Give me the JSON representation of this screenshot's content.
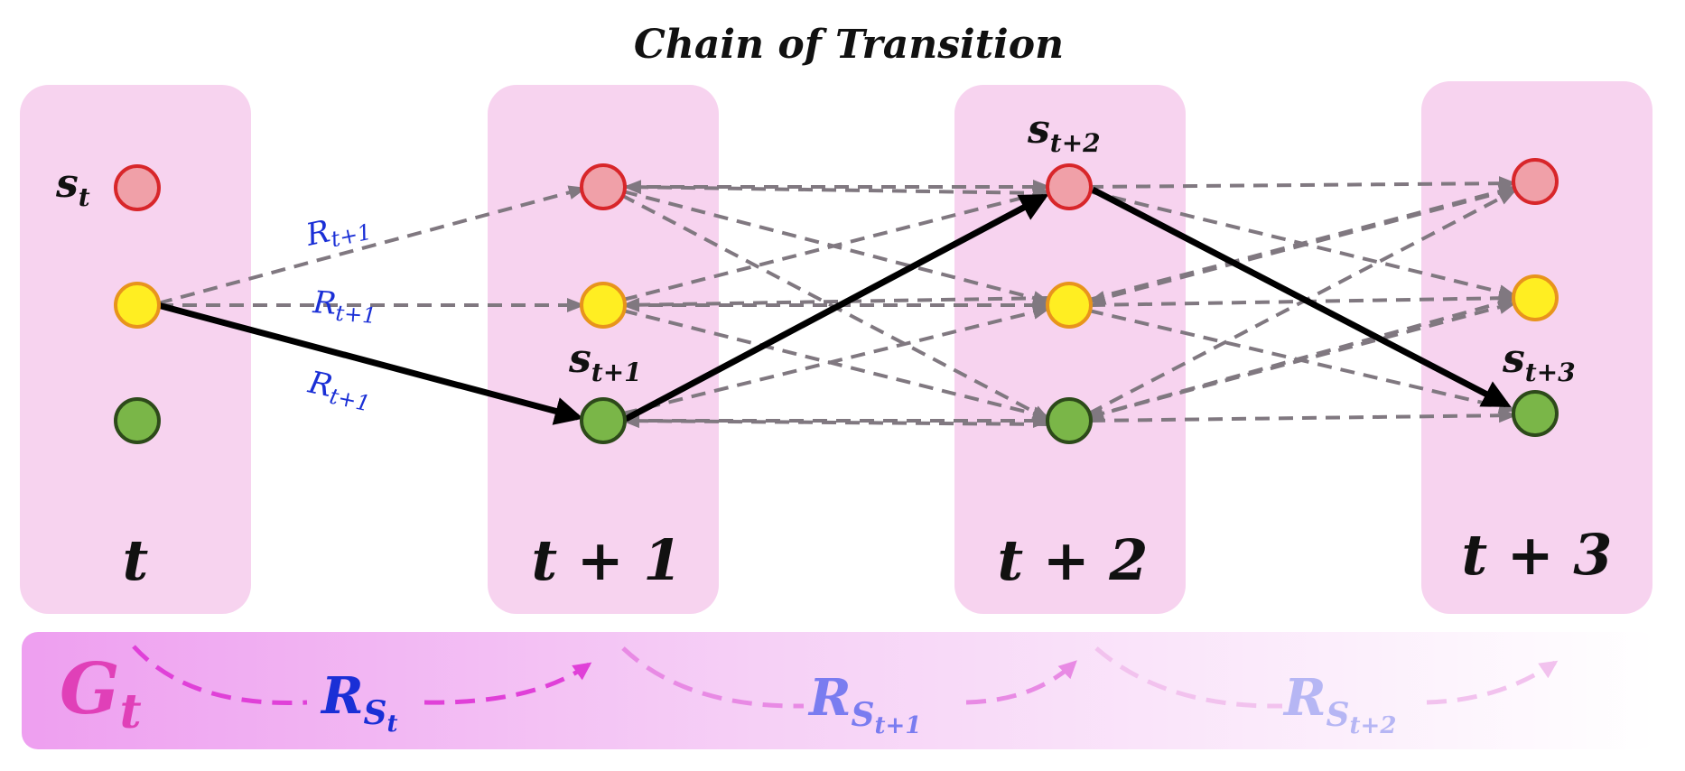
{
  "title": "Chain of Transition",
  "columns": [
    {
      "time_label": "t"
    },
    {
      "time_label": "t + 1"
    },
    {
      "time_label": "t + 2"
    },
    {
      "time_label": "t + 3"
    }
  ],
  "state_labels": [
    {
      "base": "s",
      "sub": "t"
    },
    {
      "base": "s",
      "sub": "t+1"
    },
    {
      "base": "s",
      "sub": "t+2"
    },
    {
      "base": "s",
      "sub": "t+3"
    }
  ],
  "reward_labels": [
    {
      "base": "R",
      "sub": "t+1"
    },
    {
      "base": "R",
      "sub": "t+1"
    },
    {
      "base": "R",
      "sub": "t+1"
    }
  ],
  "return_bar": {
    "label_base": "G",
    "label_sub": "t",
    "rewards": [
      {
        "base": "R",
        "sub_base": "S",
        "sub_sub": "t"
      },
      {
        "base": "R",
        "sub_base": "S",
        "sub_sub": "t+1"
      },
      {
        "base": "R",
        "sub_base": "S",
        "sub_sub": "t+2"
      }
    ]
  },
  "colors": {
    "panel": "#f7d3ef",
    "red_state": "#f0a0a8",
    "red_stroke": "#d8262a",
    "yellow_state": "#ffee22",
    "yellow_stroke": "#e8941c",
    "green_state": "#7ab648",
    "green_stroke": "#2d4a1a",
    "dashed_edge": "#807880",
    "path_edge": "#000000",
    "reward_text": "#1a2fd6",
    "return_label": "#e040b8"
  }
}
